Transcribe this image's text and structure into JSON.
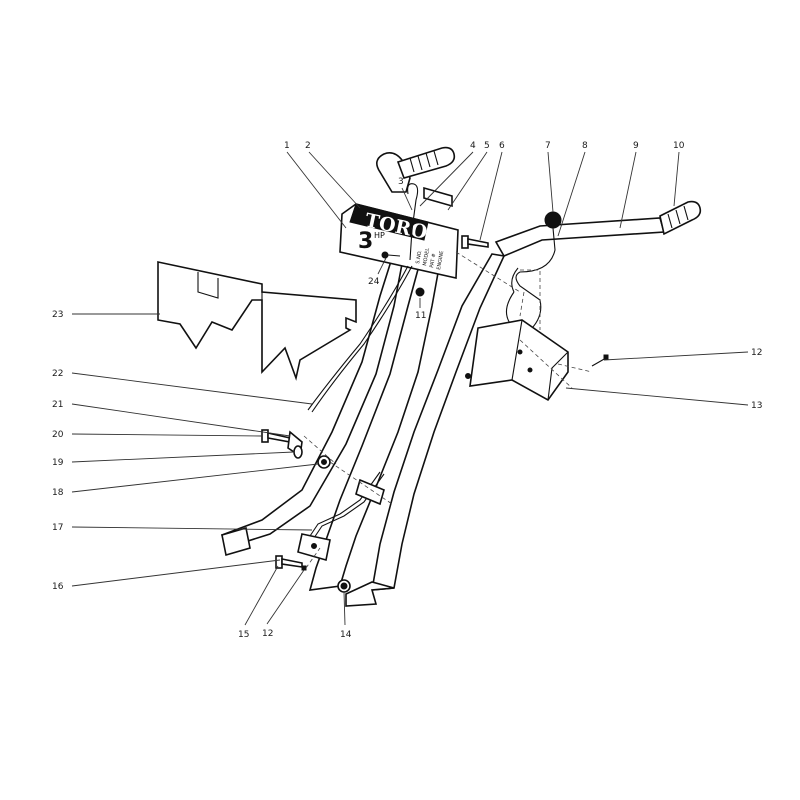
{
  "nameplate": {
    "brand": "TORO",
    "power": "3",
    "power_unit": "HP",
    "fine_print": [
      "ENGINE",
      "PAT #",
      "MODEL",
      "S.NO."
    ]
  },
  "callouts": [
    {
      "id": "1",
      "label": "1"
    },
    {
      "id": "2",
      "label": "2"
    },
    {
      "id": "3",
      "label": "3"
    },
    {
      "id": "4",
      "label": "4"
    },
    {
      "id": "5",
      "label": "5"
    },
    {
      "id": "6",
      "label": "6"
    },
    {
      "id": "7",
      "label": "7"
    },
    {
      "id": "8",
      "label": "8"
    },
    {
      "id": "9",
      "label": "9"
    },
    {
      "id": "10",
      "label": "10"
    },
    {
      "id": "11",
      "label": "11"
    },
    {
      "id": "12a",
      "label": "12"
    },
    {
      "id": "13",
      "label": "13"
    },
    {
      "id": "14",
      "label": "14"
    },
    {
      "id": "12b",
      "label": "12"
    },
    {
      "id": "15",
      "label": "15"
    },
    {
      "id": "16",
      "label": "16"
    },
    {
      "id": "17",
      "label": "17"
    },
    {
      "id": "18",
      "label": "18"
    },
    {
      "id": "19",
      "label": "19"
    },
    {
      "id": "20",
      "label": "20"
    },
    {
      "id": "21",
      "label": "21"
    },
    {
      "id": "22",
      "label": "22"
    },
    {
      "id": "23",
      "label": "23"
    },
    {
      "id": "24",
      "label": "24"
    }
  ]
}
